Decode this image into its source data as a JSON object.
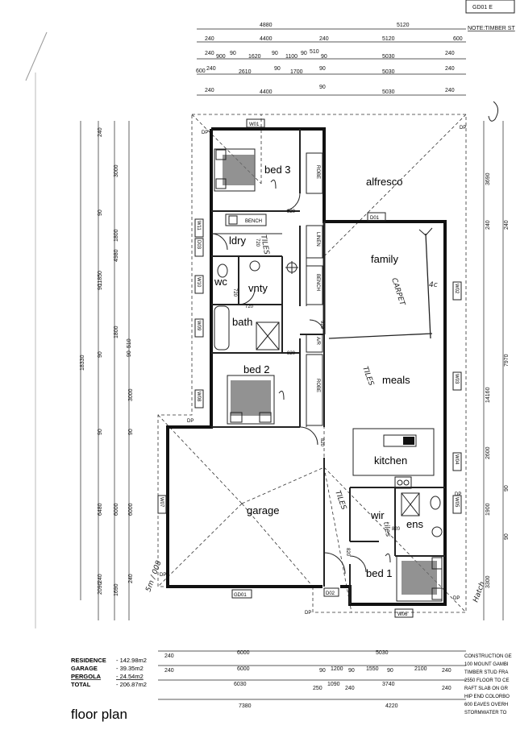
{
  "header": {
    "ref_box": "GD01  E",
    "note": "NOTE:TIMBER ST"
  },
  "dims_top": {
    "r1": [
      "4880",
      "5120"
    ],
    "r2": [
      "240",
      "4400",
      "240",
      "5120",
      "600"
    ],
    "r3": [
      "240",
      "900",
      "90",
      "1620",
      "90",
      "1100",
      "90",
      "510",
      "90",
      "5030",
      "240"
    ],
    "r4": [
      "600",
      "240",
      "2610",
      "90",
      "1700",
      "90",
      "5030",
      "240"
    ],
    "r5": [
      "240",
      "4400",
      "90",
      "5030",
      "240"
    ]
  },
  "dims_left": {
    "outer": [
      "11850",
      "18330",
      "6480",
      "2090"
    ],
    "mid": [
      "4980",
      "6000",
      "1690"
    ],
    "inner": [
      "3000",
      "1800",
      "1800",
      "90",
      "510",
      "3000",
      "90",
      "6000",
      "240"
    ],
    "edge": [
      "240",
      "90",
      "90",
      "90",
      "90",
      "240"
    ]
  },
  "dims_right": [
    "3690",
    "7970",
    "14160",
    "2600",
    "1900",
    "3300",
    "240",
    "240",
    "90",
    "90"
  ],
  "dims_bottom": {
    "r1": [
      "240",
      "6000",
      "5030"
    ],
    "r2": [
      "240",
      "6000",
      "90",
      "1200",
      "90",
      "1550",
      "90",
      "2100",
      "240"
    ],
    "r3": [
      "6030",
      "250",
      "1090",
      "240",
      "3740",
      "240"
    ],
    "r4": [
      "7380",
      "4220"
    ]
  },
  "rooms": {
    "bed3": "bed 3",
    "alfresco": "alfresco",
    "ldry": "ldry",
    "family": "family",
    "wc": "wc",
    "vnty": "vnty",
    "bath": "bath",
    "bed2": "bed 2",
    "meals": "meals",
    "kitchen": "kitchen",
    "garage": "garage",
    "wir": "wir",
    "ens": "ens",
    "bed1": "bed 1"
  },
  "fixtures": {
    "bench1": "BENCH",
    "bench2": "BENCH",
    "linen": "LINEN",
    "robe1": "ROBE",
    "robe2": "ROBE",
    "ar": "A/R"
  },
  "openings": [
    "820",
    "720",
    "720",
    "720",
    "920",
    "820",
    "820",
    "820",
    "820"
  ],
  "windows": [
    "W01",
    "W11",
    "D03",
    "W10",
    "W09",
    "W08",
    "W07",
    "D01",
    "W02",
    "W03",
    "W04",
    "W05",
    "W06",
    "GD01",
    "D02"
  ],
  "markers": [
    "DP",
    "DP",
    "DP",
    "DP",
    "DP",
    "DP",
    "DP"
  ],
  "handwritten": [
    "CARPET",
    "4c",
    "TILES",
    "TILES",
    "TILES",
    "tiles",
    "5m / 008",
    "Hatch"
  ],
  "areas": [
    {
      "label": "RESIDENCE",
      "value": "- 142.98m2"
    },
    {
      "label": "GARAGE",
      "value": "- 39.35m2"
    },
    {
      "label": "PERGOLA",
      "value": "- 24.54m2"
    },
    {
      "label": "TOTAL",
      "value": "- 206.87m2"
    }
  ],
  "notes": [
    "CONSTRUCTION GE",
    "100 MOUNT GAMBI",
    "TIMBER STUD FRA",
    "2550 FLOOR TO CE",
    "RAFT SLAB ON GR",
    "HIP END COLORBO",
    "600 EAVES OVERH",
    "STORMWATER TO"
  ],
  "caption": "floor plan"
}
